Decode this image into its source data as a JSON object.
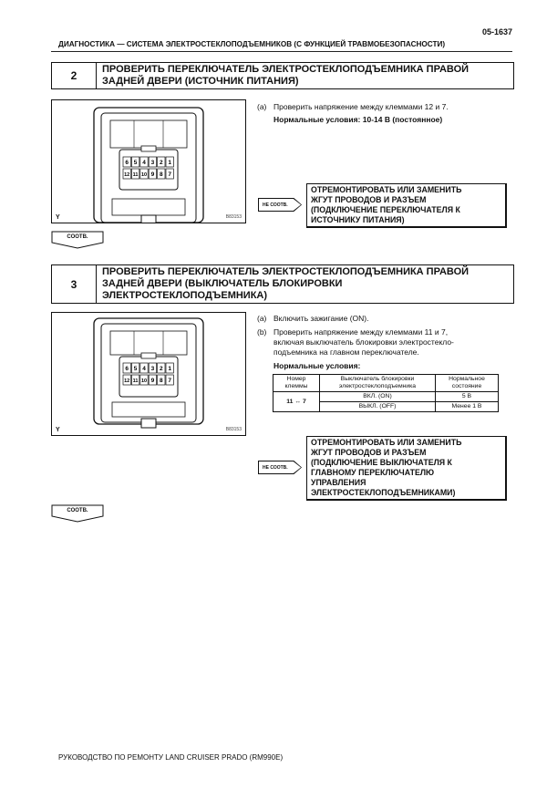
{
  "page_number": "05-1637",
  "header_title": "ДИАГНОСТИКА — СИСТЕМА ЭЛЕКТРОСТЕКЛОПОДЪЕМНИКОВ (С ФУНКЦИЕЙ ТРАВМОБЕЗОПАСНОСТИ)",
  "steps": [
    {
      "number": "2",
      "title_lines": [
        "ПРОВЕРИТЬ ПЕРЕКЛЮЧАТЕЛЬ ЭЛЕКТРОСТЕКЛОПОДЪЕМНИКА ПРАВОЙ",
        "ЗАДНЕЙ ДВЕРИ (ИСТОЧНИК ПИТАНИЯ)"
      ],
      "figure": {
        "corner_label": "Y",
        "code": "B83153",
        "pins_top": [
          "6",
          "5",
          "4",
          "3",
          "2",
          "1"
        ],
        "pins_bottom": [
          "12",
          "11",
          "10",
          "9",
          "8",
          "7"
        ]
      },
      "instructions": [
        {
          "label": "(a)",
          "text": "Проверить напряжение между клеммами 12 и 7."
        },
        {
          "label": "",
          "text": "Нормальные условия: 10-14 В (постоянное)"
        }
      ],
      "ng_tag": "НЕ СООТВ.",
      "ng_text_lines": [
        "ОТРЕМОНТИРОВАТЬ ИЛИ ЗАМЕНИТЬ",
        "ЖГУТ ПРОВОДОВ И РАЗЪЕМ",
        "(ПОДКЛЮЧЕНИЕ ПЕРЕКЛЮЧАТЕЛЯ К",
        "ИСТОЧНИКУ ПИТАНИЯ)"
      ],
      "ok_tag": "СООТВ."
    },
    {
      "number": "3",
      "title_lines": [
        "ПРОВЕРИТЬ ПЕРЕКЛЮЧАТЕЛЬ ЭЛЕКТРОСТЕКЛОПОДЪЕМНИКА ПРАВОЙ",
        "ЗАДНЕЙ ДВЕРИ (ВЫКЛЮЧАТЕЛЬ БЛОКИРОВКИ",
        "ЭЛЕКТРОСТЕКЛОПОДЪЕМНИКА)"
      ],
      "figure": {
        "corner_label": "Y",
        "code": "B83153",
        "pins_top": [
          "6",
          "5",
          "4",
          "3",
          "2",
          "1"
        ],
        "pins_bottom": [
          "12",
          "11",
          "10",
          "9",
          "8",
          "7"
        ]
      },
      "instructions": [
        {
          "label": "(a)",
          "text": "Включить зажигание (ON)."
        },
        {
          "label": "(b)",
          "text": "Проверить напряжение между клеммами 11 и 7,"
        },
        {
          "label": "",
          "text": "включая выключатель блокировки электростекло-"
        },
        {
          "label": "",
          "text": "подъемника на главном переключателе."
        }
      ],
      "conditions_label": "Нормальные условия:",
      "table": {
        "headers": [
          "Номер клеммы",
          "Выключатель блокировки электростеклоподъемника",
          "Нормальное состояние"
        ],
        "terminal": "11 ↔ 7",
        "rows": [
          {
            "state": "ВКЛ. (ON)",
            "value": "5 В"
          },
          {
            "state": "ВЫКЛ. (OFF)",
            "value": "Менее 1 В"
          }
        ]
      },
      "ng_tag": "НЕ СООТВ.",
      "ng_text_lines": [
        "ОТРЕМОНТИРОВАТЬ ИЛИ ЗАМЕНИТЬ",
        "ЖГУТ ПРОВОДОВ И РАЗЪЕМ",
        "(ПОДКЛЮЧЕНИЕ ВЫКЛЮЧАТЕЛЯ К",
        "ГЛАВНОМУ ПЕРЕКЛЮЧАТЕЛЮ",
        "УПРАВЛЕНИЯ",
        "ЭЛЕКТРОСТЕКЛОПОДЪЕМНИКАМИ)"
      ],
      "ok_tag": "СООТВ."
    }
  ],
  "footer": "РУКОВОДСТВО ПО РЕМОНТУ LAND CRUISER PRADO (RM990E)"
}
